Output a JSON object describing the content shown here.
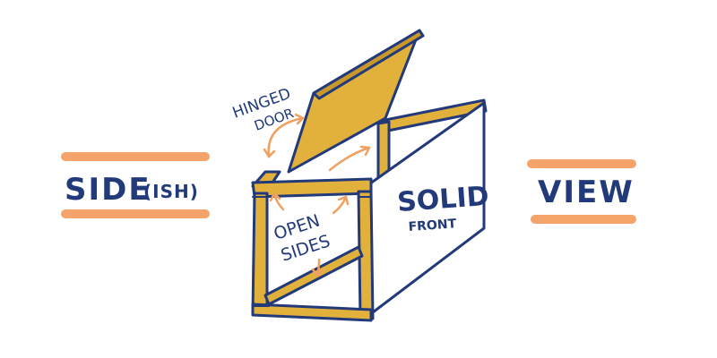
{
  "title": {
    "left_word": "SIDE",
    "left_suffix": "(ISH)",
    "right_word": "VIEW"
  },
  "annotations": {
    "hinged": "HINGED",
    "door": "DOOR",
    "open": "OPEN",
    "sides": "SIDES",
    "solid": "SOLID",
    "front": "FRONT"
  },
  "colors": {
    "ink": "#223a7a",
    "wood": "#e2b13c",
    "wood_dark": "#c9982a",
    "highlight": "#f4a46a",
    "arrow": "#f0a060",
    "front_panel": "#ffffff"
  }
}
